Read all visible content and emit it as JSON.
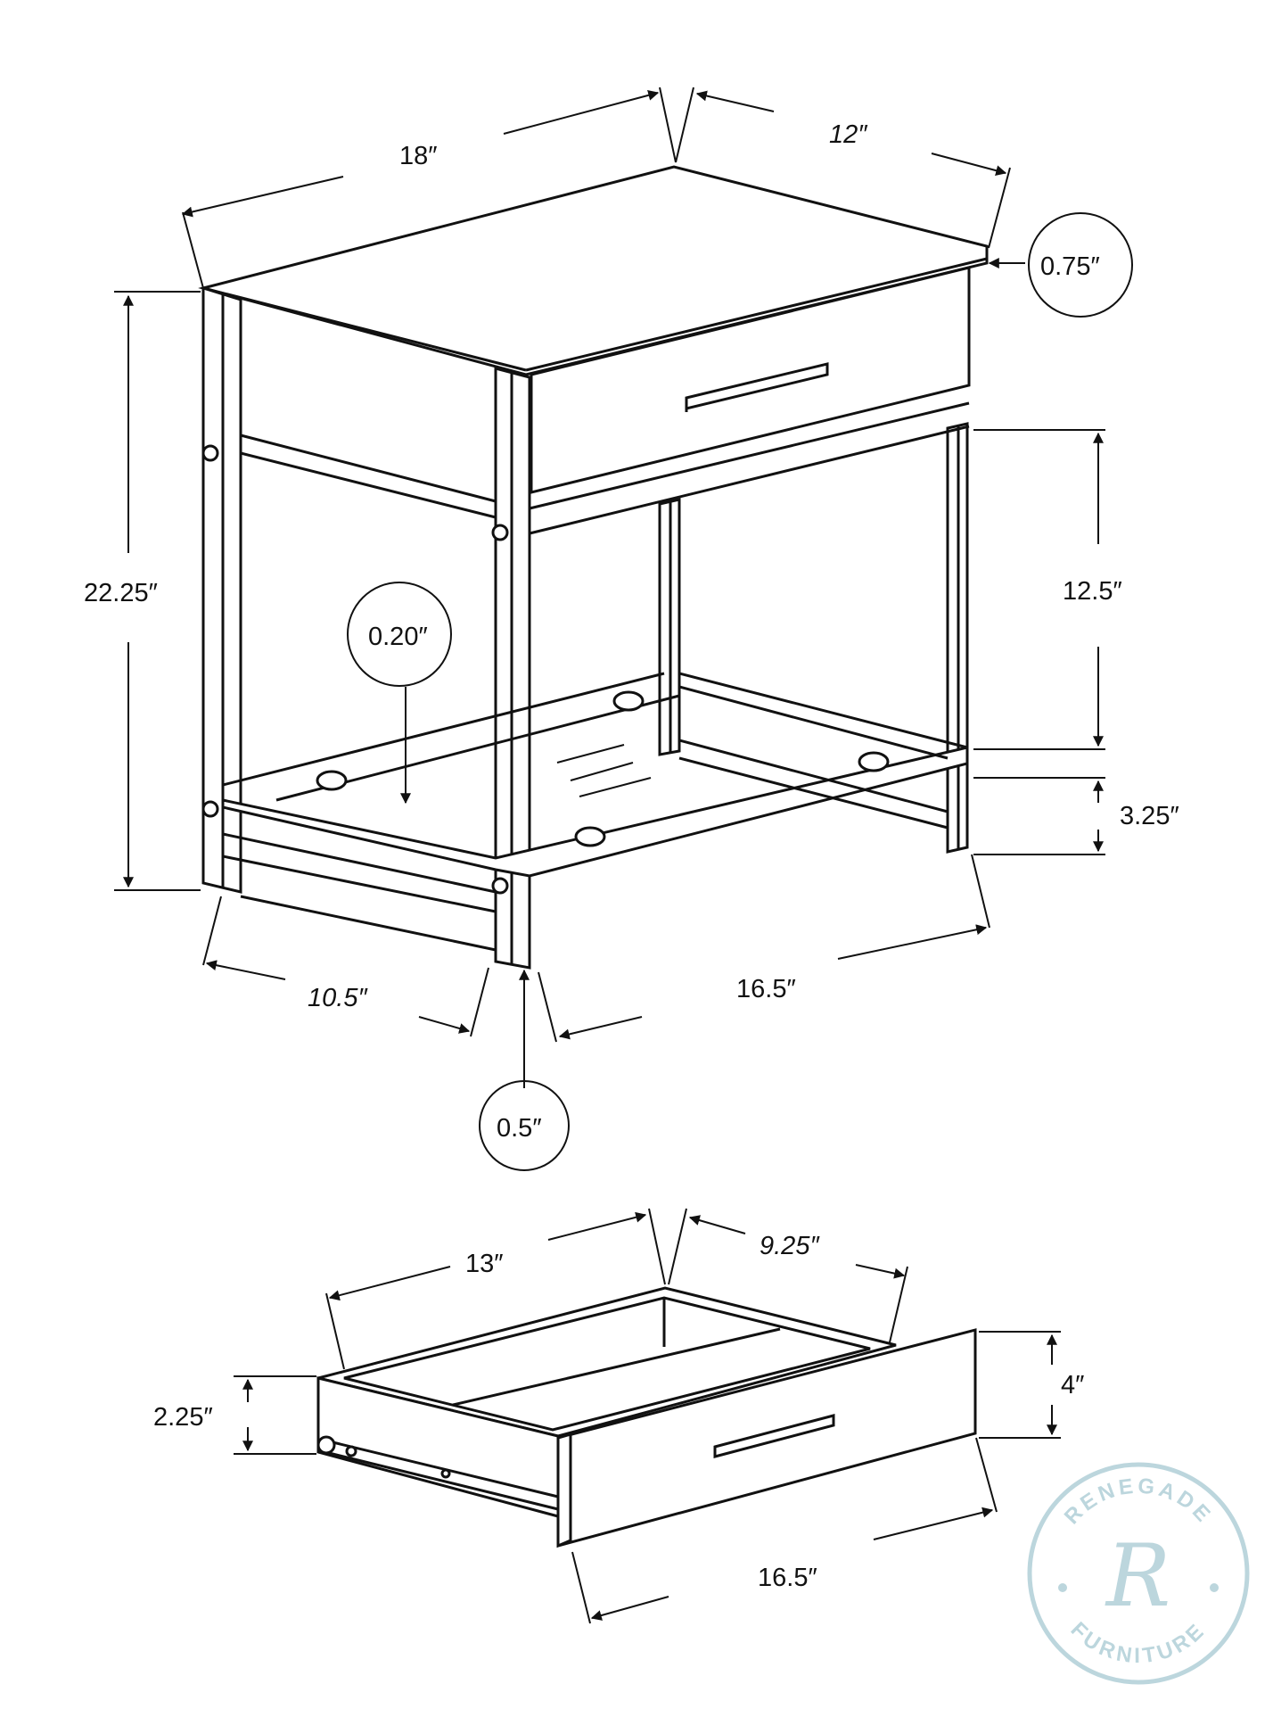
{
  "dimensions": {
    "top_width": "18″",
    "top_depth": "12″",
    "top_thickness": "0.75″",
    "total_height": "22.25″",
    "drawer_opening_height": "12.5″",
    "bottom_clearance": "3.25″",
    "shelf_thickness": "0.20″",
    "leg_width": "0.5″",
    "base_depth": "10.5″",
    "base_width": "16.5″",
    "drawer_width": "13″",
    "drawer_depth": "9.25″",
    "drawer_side_height": "2.25″",
    "drawer_front_height": "4″",
    "drawer_front_width": "16.5″"
  },
  "watermark": {
    "top_text": "RENEGADE",
    "bottom_text": "FURNITURE",
    "monogram": "R",
    "color": "#bcd6dd"
  }
}
